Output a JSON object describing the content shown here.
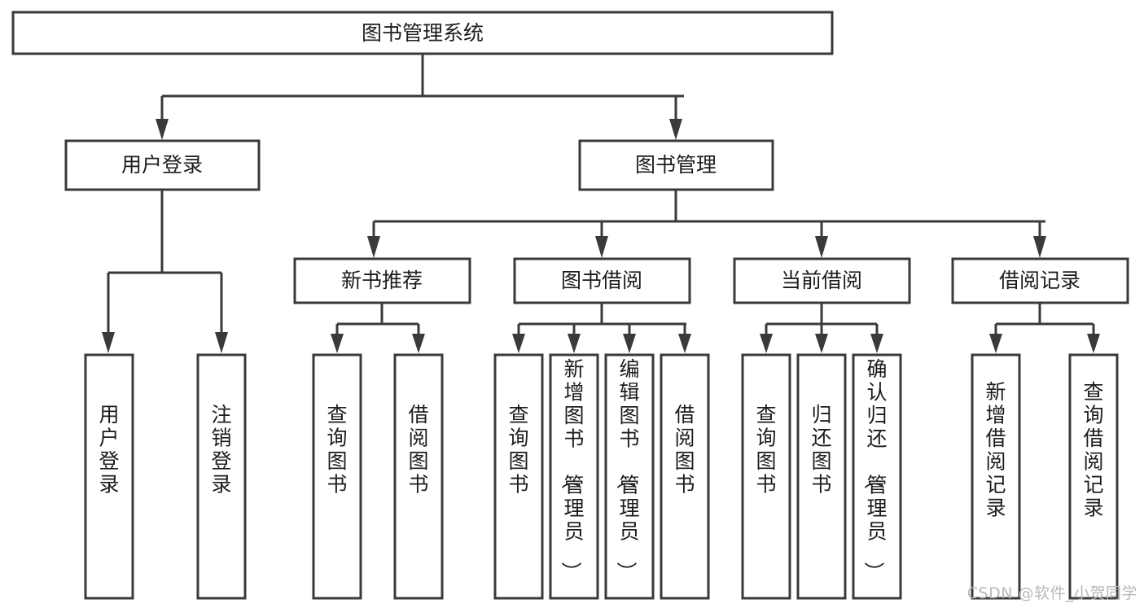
{
  "diagram": {
    "title": "图书管理系统",
    "type": "tree-hierarchy-diagram",
    "colors": {
      "box_stroke": "#3a3a3a",
      "box_fill": "#ffffff",
      "text": "#1c1c1c",
      "background": "#ffffff",
      "watermark": "#b8b8b8"
    },
    "root": {
      "label": "图书管理系统"
    },
    "level1": [
      {
        "label": "用户登录"
      },
      {
        "label": "图书管理"
      }
    ],
    "level2": [
      {
        "label": "新书推荐"
      },
      {
        "label": "图书借阅"
      },
      {
        "label": "当前借阅"
      },
      {
        "label": "借阅记录"
      }
    ],
    "leaves": {
      "user_login": [
        {
          "label": "用户登录"
        },
        {
          "label": "注销登录"
        }
      ],
      "new_book_recommend": [
        {
          "label": "查询图书"
        },
        {
          "label": "借阅图书"
        }
      ],
      "book_borrow": [
        {
          "label": "查询图书"
        },
        {
          "label": "新增图书（管理员）"
        },
        {
          "label": "编辑图书（管理员）"
        },
        {
          "label": "借阅图书"
        }
      ],
      "current_borrow": [
        {
          "label": "查询图书"
        },
        {
          "label": "归还图书"
        },
        {
          "label": "确认归还（管理员）"
        }
      ],
      "borrow_record": [
        {
          "label": "新增借阅记录"
        },
        {
          "label": "查询借阅记录"
        }
      ]
    }
  },
  "watermark": {
    "text": "CSDN @软件_小贺同学"
  }
}
